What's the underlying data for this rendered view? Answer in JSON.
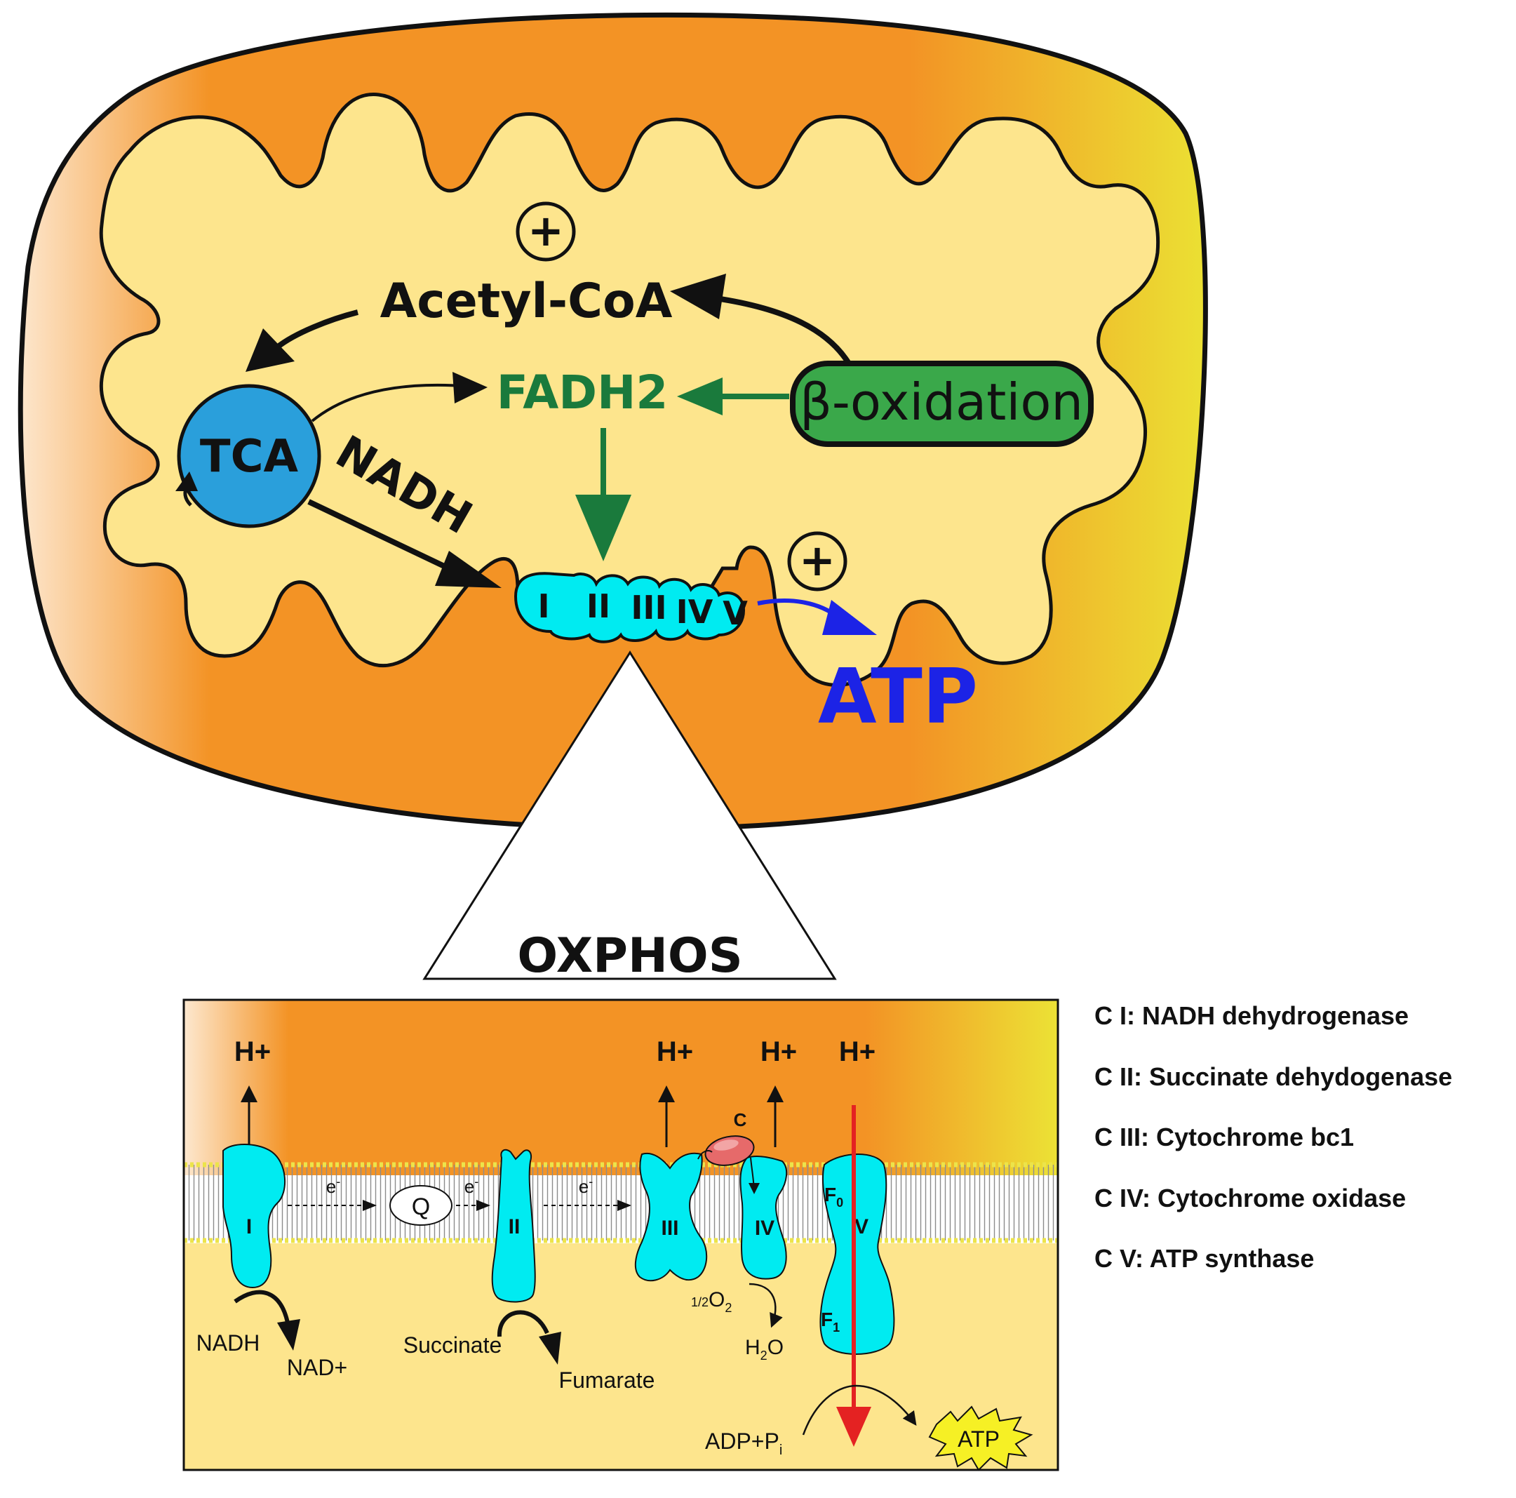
{
  "mitochondrion": {
    "acetyl_coa": "Acetyl-CoA",
    "plus_top": "+",
    "plus_right": "+",
    "fadh2": "FADH2",
    "beta_oxidation": "β-oxidation",
    "tca": "TCA",
    "nadh": "NADH",
    "atp": "ATP",
    "complexes": [
      "I",
      "II",
      "III",
      "IV",
      "V"
    ]
  },
  "oxphos": {
    "title": "OXPHOS",
    "h_plus": "H+",
    "electron": "e",
    "electron_sup": "-",
    "q": "Q",
    "cytochrome_c": "C",
    "complexes": [
      "I",
      "II",
      "III",
      "IV",
      "V"
    ],
    "f0": "F",
    "f0_sub": "0",
    "f1": "F",
    "f1_sub": "1",
    "nadh": "NADH",
    "nad_plus": "NAD+",
    "succinate": "Succinate",
    "fumarate": "Fumarate",
    "half_o2_prefix": "1/2",
    "half_o2": "O",
    "o2_sub": "2",
    "h2o_h": "H",
    "h2o_sub": "2",
    "h2o_o": "O",
    "adp_pi": "ADP+P",
    "pi_sub": "i",
    "atp": "ATP"
  },
  "legend": [
    "C I: NADH dehydrogenase",
    "C II: Succinate dehydogenase",
    "C III: Cytochrome bc1",
    "C IV: Cytochrome oxidase",
    "C V: ATP synthase"
  ],
  "colors": {
    "outer_orange": "#f39325",
    "matrix_yellow": "#fde58d",
    "complex_cyan": "#00ebf1",
    "tca_blue": "#2a9fdb",
    "beta_green": "#3aa84a",
    "fadh2_green": "#1a7a3c",
    "atp_blue": "#1c23e6",
    "proton_red": "#e42222"
  }
}
